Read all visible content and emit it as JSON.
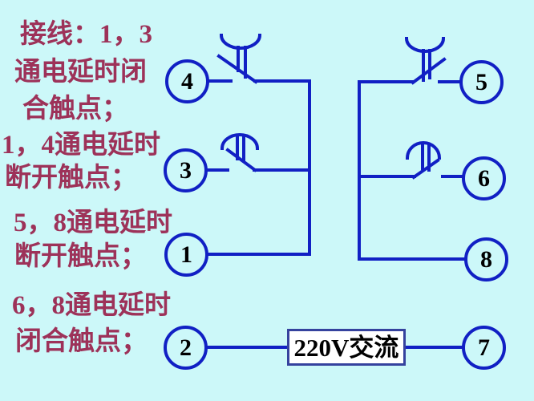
{
  "colors": {
    "background": "#ccf8f9",
    "wire_blue": "#1120c4",
    "note_text": "#9d3259",
    "power_box_border": "#35429e",
    "power_box_background": "#ffffff",
    "terminal_number": "#000000"
  },
  "notes": {
    "lines": [
      "接线：1，3",
      "通电延时闭",
      "合触点；",
      "1，4通电延时",
      "断开触点；",
      "5，8通电延时",
      "断开触点；",
      "6，8通电延时",
      "闭合触点；"
    ]
  },
  "terminals": [
    {
      "id": "4",
      "label": "4"
    },
    {
      "id": "3",
      "label": "3"
    },
    {
      "id": "1",
      "label": "1"
    },
    {
      "id": "2",
      "label": "2"
    },
    {
      "id": "5",
      "label": "5"
    },
    {
      "id": "6",
      "label": "6"
    },
    {
      "id": "8",
      "label": "8"
    },
    {
      "id": "7",
      "label": "7"
    }
  ],
  "power_box": {
    "label": "220V交流"
  }
}
